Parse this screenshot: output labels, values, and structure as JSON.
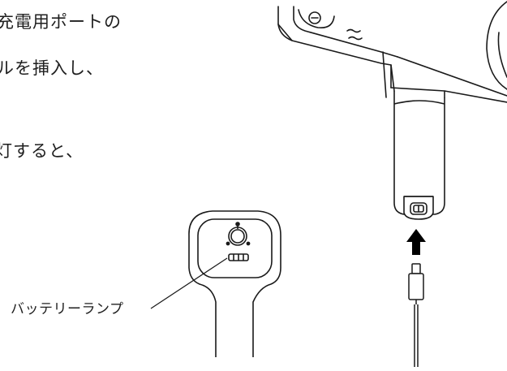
{
  "instructions": {
    "line1": "充電用ポートの",
    "line2": "ルを挿入し、",
    "line3": "灯すると、"
  },
  "callout": {
    "label": "バッテリーランプ"
  },
  "colors": {
    "ink": "#1a1a1a",
    "arrow": "#000000",
    "background": "#ffffff"
  },
  "icons": {
    "device_side": "massage-gun-side-view",
    "device_front": "massage-gun-front-view",
    "arrow": "arrow-up-icon",
    "cable": "usb-c-cable"
  }
}
